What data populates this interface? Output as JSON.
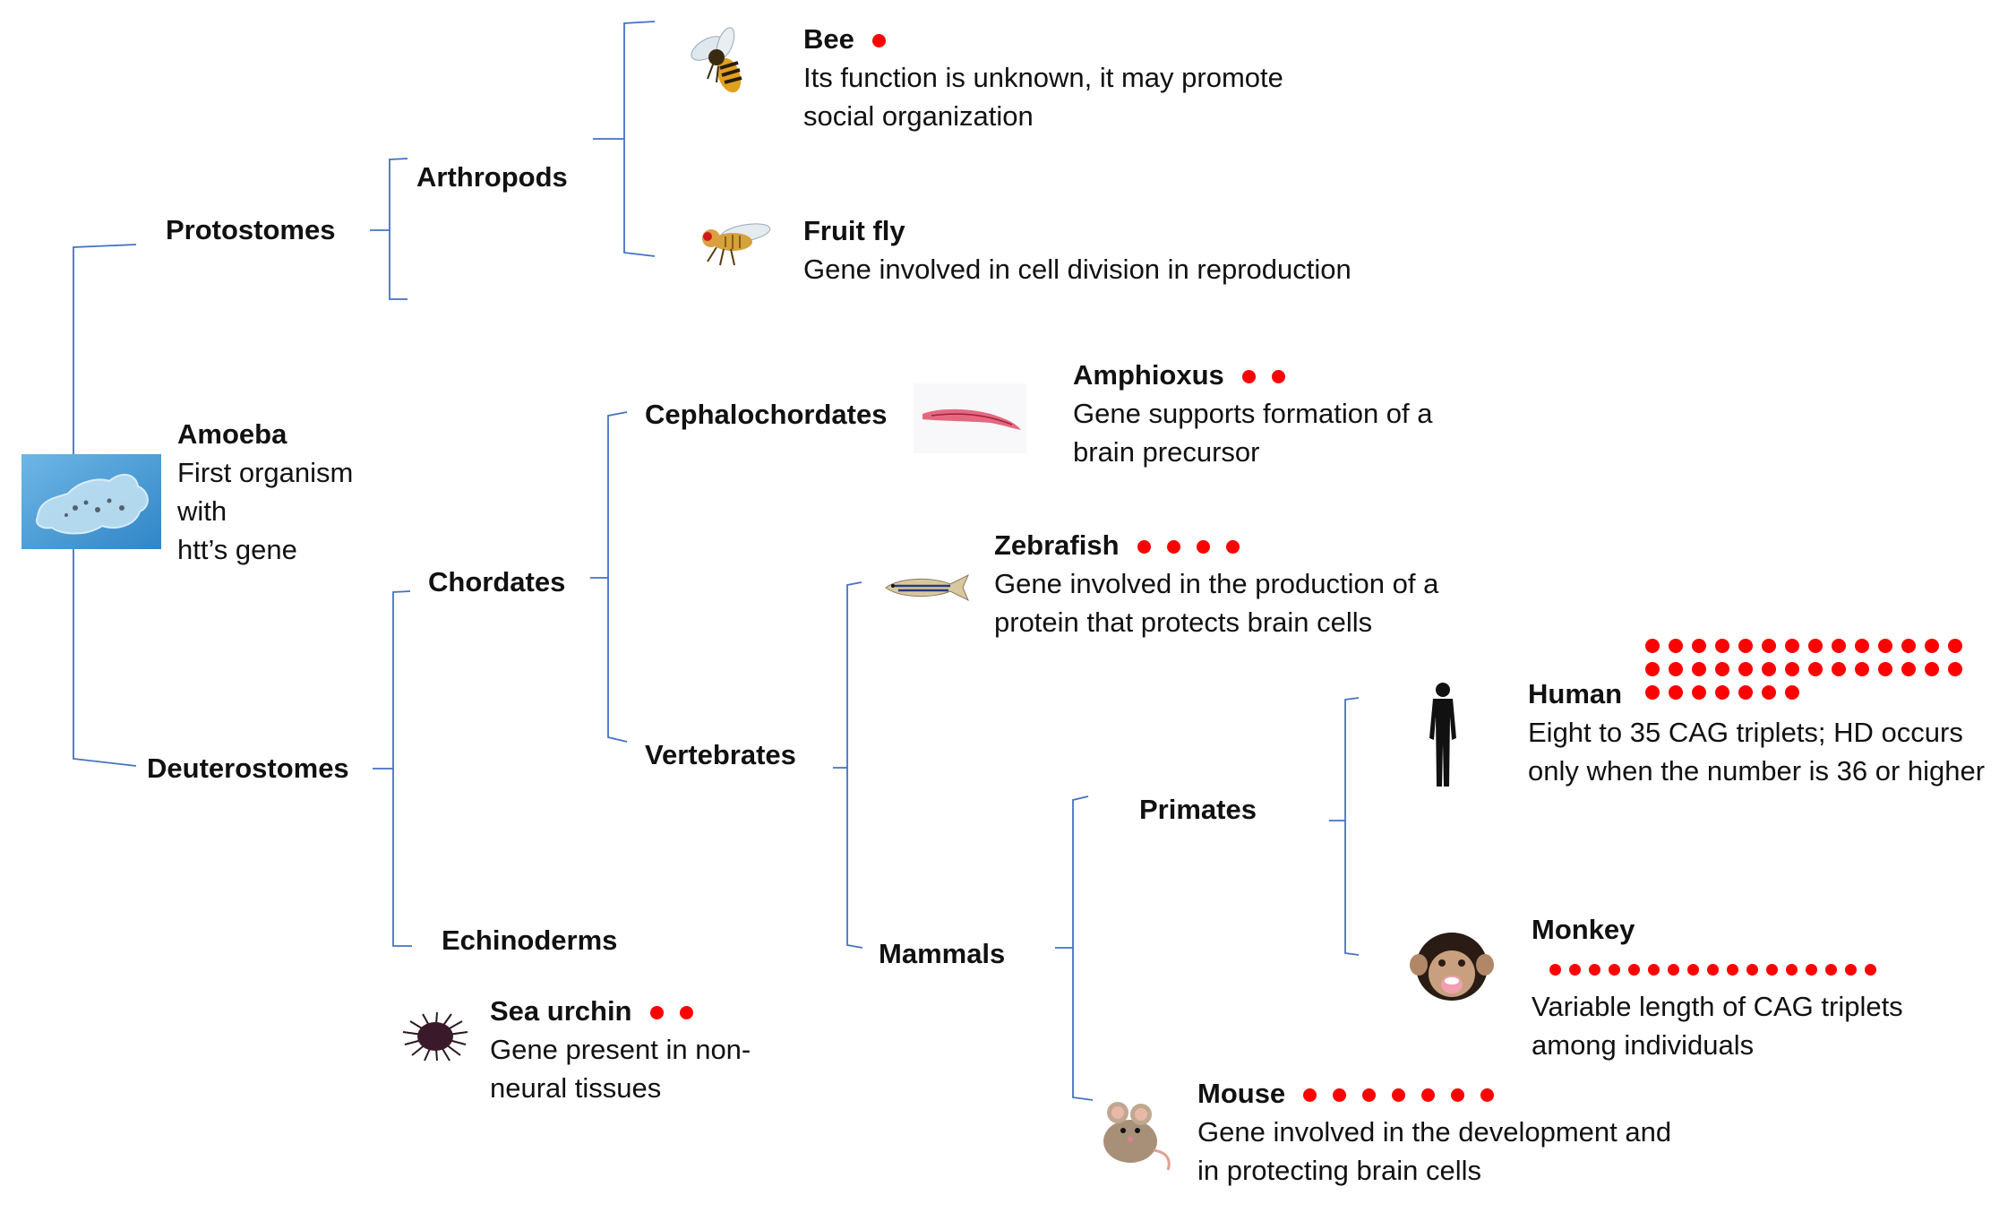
{
  "nodes": {
    "protostomes": "Protostomes",
    "deuterostomes": "Deuterostomes",
    "arthropods": "Arthropods",
    "chordates": "Chordates",
    "echinoderms": "Echinoderms",
    "cephalochordates": "Cephalochordates",
    "vertebrates": "Vertebrates",
    "mammals": "Mammals",
    "primates": "Primates"
  },
  "organisms": {
    "amoeba": {
      "name": "Amoeba",
      "lines": [
        "First organism",
        "with",
        "htt’s gene"
      ],
      "icon": "amoeba-image"
    },
    "bee": {
      "name": "Bee",
      "desc": "Its function is unknown, it may promote social organization",
      "dots": 1,
      "icon": "bee-image"
    },
    "fruit_fly": {
      "name": "Fruit fly",
      "desc": "Gene involved in cell division in reproduction",
      "dots": 0,
      "icon": "fruit-fly-image"
    },
    "amphioxus": {
      "name": "Amphioxus",
      "desc": "Gene supports formation of a brain precursor",
      "dots": 2,
      "icon": "amphioxus-image"
    },
    "zebrafish": {
      "name": "Zebrafish",
      "desc": "Gene involved in the production of a protein that protects brain cells",
      "dots": 4,
      "icon": "zebrafish-image"
    },
    "sea_urchin": {
      "name": "Sea urchin",
      "desc": "Gene present in non-neural tissues",
      "dots": 2,
      "icon": "sea-urchin-image"
    },
    "human": {
      "name": "Human",
      "desc": "Eight to 35 CAG triplets; HD occurs only when the number is 36 or higher",
      "dots": 35,
      "icon": "human-silhouette-image"
    },
    "monkey": {
      "name": "Monkey",
      "desc": "Variable length of CAG triplets among individuals",
      "dots": 17,
      "icon": "chimpanzee-image"
    },
    "mouse": {
      "name": "Mouse",
      "desc": "Gene involved in the development and in protecting brain cells",
      "dots": 7,
      "icon": "mouse-image"
    }
  },
  "colors": {
    "tree_lines": "#4472c4",
    "dots": "#ff0000"
  }
}
